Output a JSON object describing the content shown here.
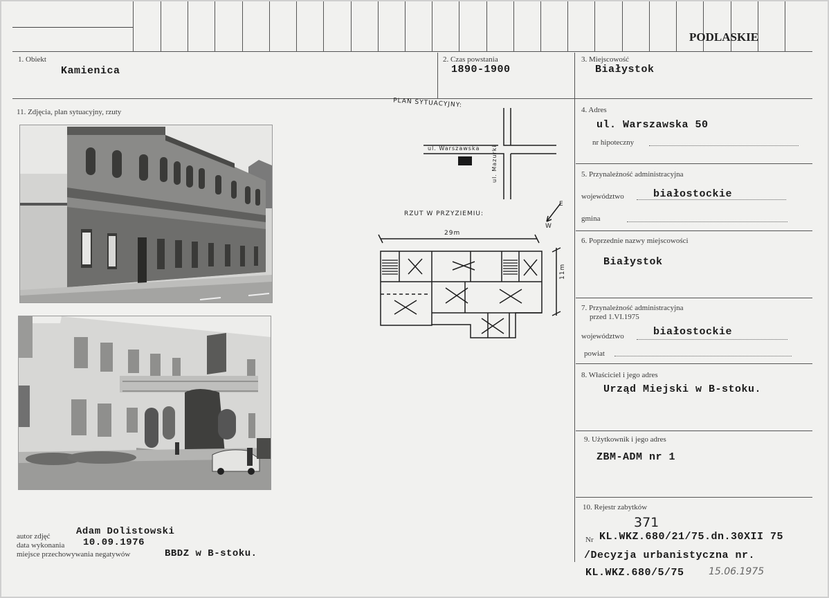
{
  "header": {
    "region": "PODLASKIE"
  },
  "obiekt": {
    "label": "1. Obiekt",
    "value": "Kamienica"
  },
  "czas": {
    "label": "2. Czas powstania",
    "value": "1890-1900"
  },
  "miejscowosc": {
    "label": "3. Miejscowość",
    "value": "Białystok"
  },
  "adres": {
    "label": "4. Adres",
    "value": "ul. Warszawska 50",
    "hipo_label": "nr hipoteczny"
  },
  "przyn": {
    "label": "5. Przynależność administracyjna",
    "woj_label": "województwo",
    "woj_value": "białostockie",
    "gmina_label": "gmina"
  },
  "poprzednie": {
    "label": "6. Poprzednie nazwy miejscowości",
    "value": "Białystok"
  },
  "przyn_przed": {
    "label": "7. Przynależność administracyjna",
    "label2": "przed 1.VI.1975",
    "woj_label": "województwo",
    "woj_value": "białostockie",
    "powiat_label": "powiat"
  },
  "wlasciciel": {
    "label": "8. Właściciel i jego adres",
    "value": "Urząd Miejski w B-stoku."
  },
  "uzytkownik": {
    "label": "9. Użytkownik i jego adres",
    "value": "ZBM-ADM nr 1"
  },
  "rejestr": {
    "label": "10. Rejestr zabytków",
    "nr_label": "Nr",
    "handwritten_nr": "371",
    "line1": "KL.WKZ.680/21/75.dn.30XII 75",
    "line2": "/Decyzja urbanistyczna nr.",
    "line3": "KL.WKZ.680/5/75",
    "date_hand": "15.06.1975"
  },
  "photos_section": {
    "label": "11. Zdjęcia, plan sytuacyjny, rzuty"
  },
  "plan": {
    "title": "PLAN SYTUACYJNY:",
    "street1": "ul. Warszawska",
    "street2": "ul. Mazurki",
    "rzut_title": "RZUT W PRZYZIEMIU:",
    "dim_width": "29m",
    "dim_depth": "11m",
    "compass_e": "E",
    "compass_w": "W"
  },
  "credits": {
    "autor_label": "autor zdjęć",
    "autor_value": "Adam Dolistowski",
    "data_label": "data wykonania",
    "data_value": "10.09.1976",
    "miejsce_label": "miejsce przechowywania negatywów",
    "miejsce_value": "BBDZ w B-stoku."
  }
}
